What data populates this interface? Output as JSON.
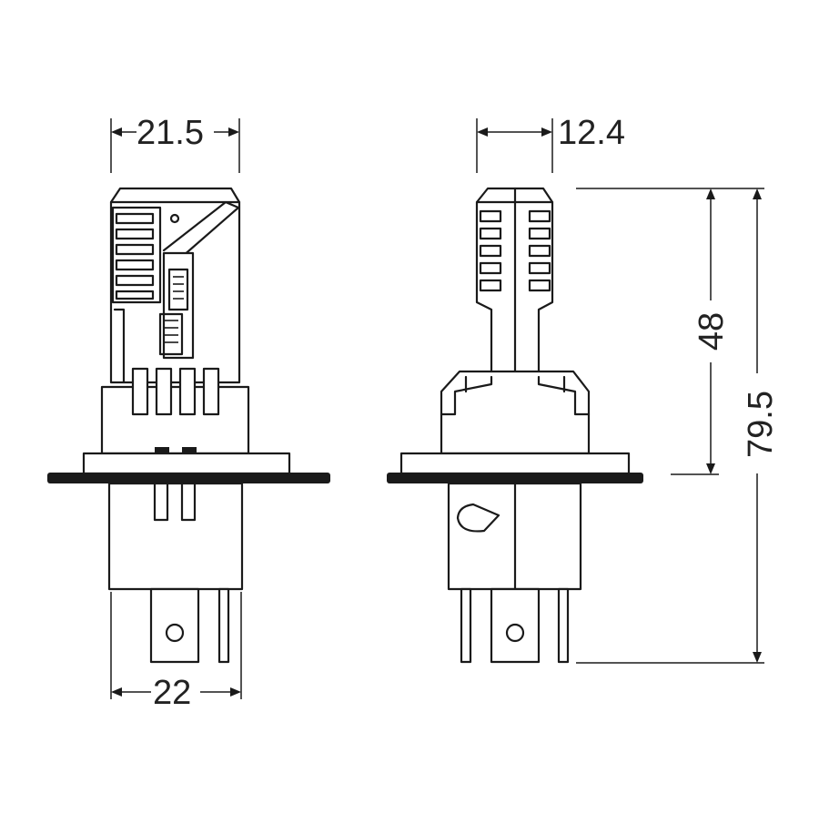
{
  "diagram": {
    "dimensions": {
      "front_top_width": "21.5",
      "front_bottom_width": "22",
      "side_top_width": "12.4",
      "side_upper_height": "48",
      "side_total_height": "79.5"
    }
  }
}
